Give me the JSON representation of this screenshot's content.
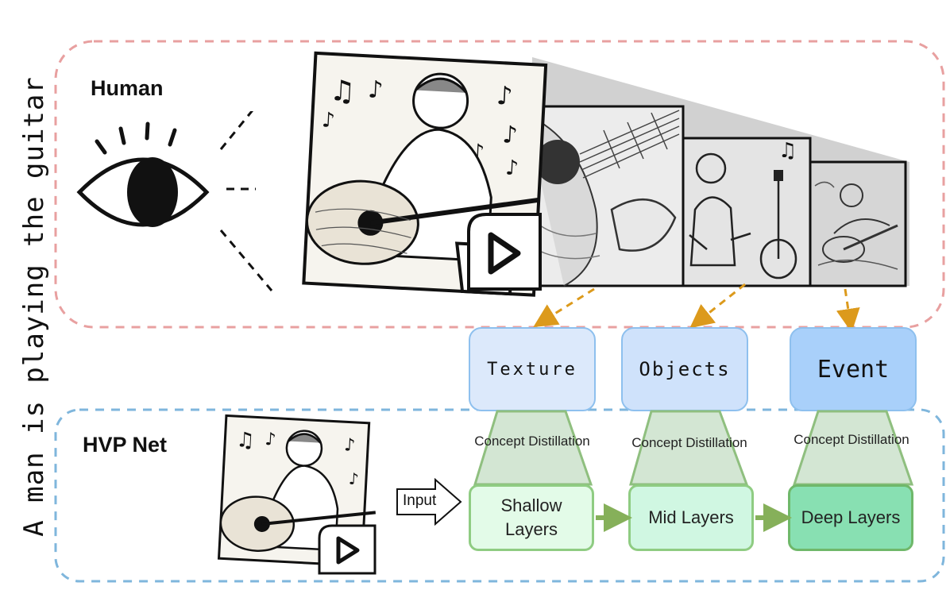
{
  "caption": "A man is playing the guitar",
  "human_section": {
    "label": "Human"
  },
  "net_section": {
    "label": "HVP Net",
    "input_label": "Input"
  },
  "concepts": [
    {
      "label": "Texture",
      "color": "#dce9fb"
    },
    {
      "label": "Objects",
      "color": "#cfe2fb"
    },
    {
      "label": "Event",
      "color": "#a9d0fa"
    }
  ],
  "distillation": [
    {
      "label": "Concept Distillation"
    },
    {
      "label": "Concept Distillation"
    },
    {
      "label": "Concept Distillation"
    }
  ],
  "layers": [
    {
      "label": "Shallow Layers",
      "color": "#e3fbe8"
    },
    {
      "label": "Mid Layers",
      "color": "#d0f7e2"
    },
    {
      "label": "Deep Layers",
      "color": "#88e0b2"
    }
  ],
  "colors": {
    "human_border": "#e8a0a0",
    "net_border": "#7fb6dc",
    "arrow_orange": "#dc9a1c",
    "arrow_green": "#86b05a",
    "trapezoid": "#d3e6d3"
  },
  "icons": [
    "eye-icon",
    "play-icon",
    "music-note-icon",
    "guitar-illustration"
  ]
}
